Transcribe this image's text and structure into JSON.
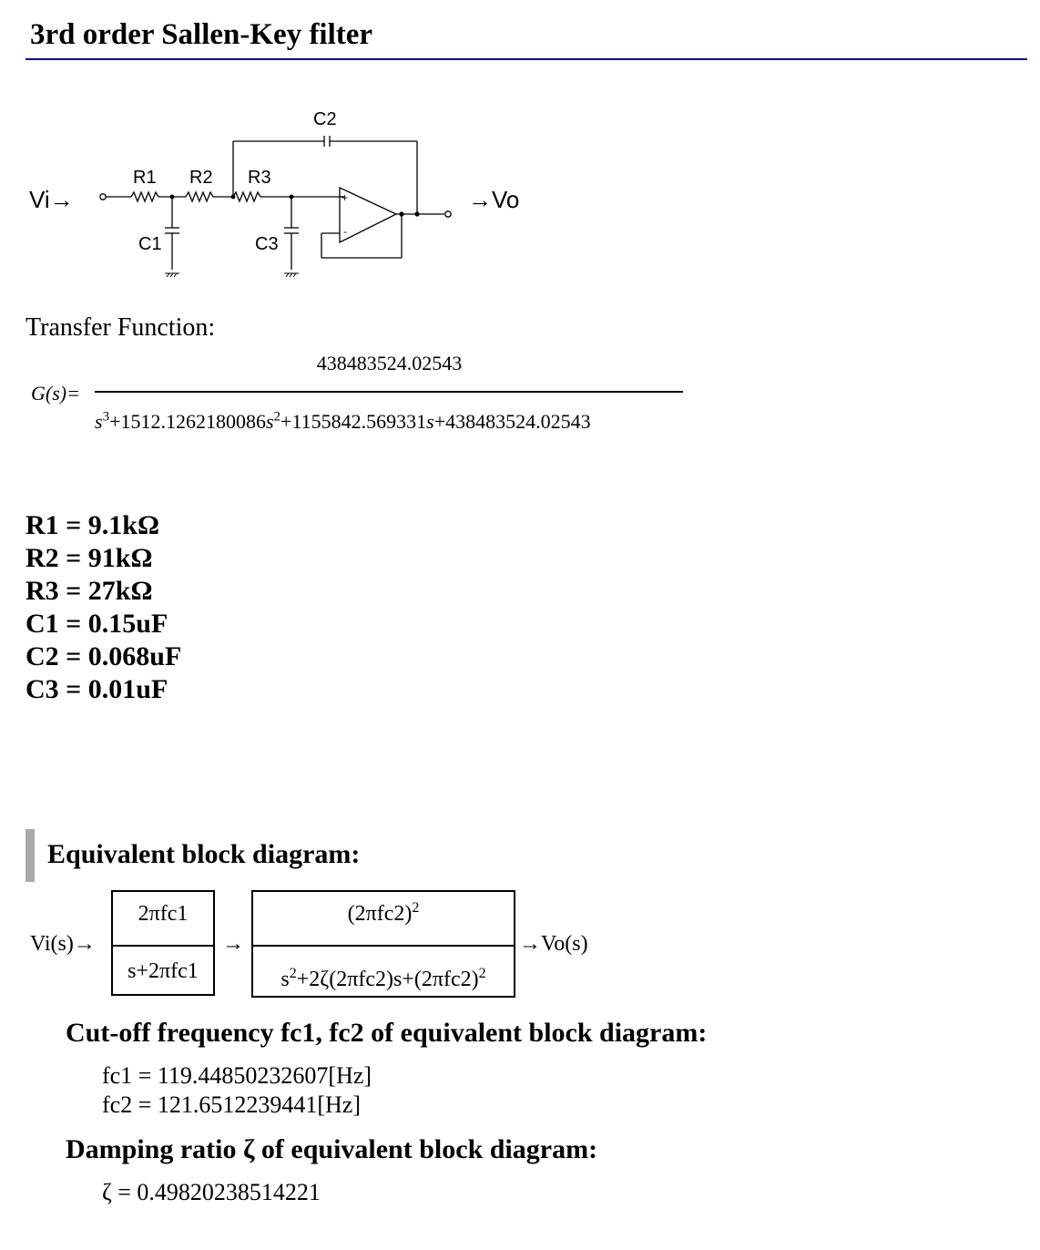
{
  "page_title": "3rd order Sallen-Key filter",
  "circuit": {
    "input_label": "Vi→",
    "output_label": "→Vo",
    "labels": {
      "r1": "R1",
      "r2": "R2",
      "r3": "R3",
      "c1": "C1",
      "c2": "C2",
      "c3": "C3"
    }
  },
  "transfer_function": {
    "heading": "Transfer Function:",
    "lhs": "G(s)=",
    "numerator": "438483524.02543",
    "denominator": {
      "s3": "s",
      "exp3": "3",
      "plus1": "+1512.1262180086",
      "s2": "s",
      "exp2": "2",
      "plus2": "+1155842.569331",
      "s1": "s",
      "plus3": "+438483524.02543"
    }
  },
  "components": [
    "R1 = 9.1kΩ",
    "R2 = 91kΩ",
    "R3 = 27kΩ",
    "C1 = 0.15uF",
    "C2 = 0.068uF",
    "C3 = 0.01uF"
  ],
  "block_diagram": {
    "heading": "Equivalent block diagram:",
    "input_label": "Vi(s)→",
    "arrow_between": "→",
    "output_label": "→Vo(s)",
    "block1": {
      "numerator": "2πfc1",
      "denominator": "s+2πfc1"
    },
    "block2": {
      "numerator_base": "(2πfc2)",
      "numerator_exp": "2",
      "denominator_a": "s",
      "denominator_exp1": "2",
      "denominator_b": "+2ζ(2πfc2)s+(2πfc2)",
      "denominator_exp2": "2"
    }
  },
  "cutoff": {
    "heading": "Cut-off frequency fc1, fc2 of equivalent block diagram:",
    "fc1": "fc1 = 119.44850232607[Hz]",
    "fc2": "fc2 = 121.6512239441[Hz]"
  },
  "damping": {
    "heading": "Damping ratio ζ of equivalent block diagram:",
    "zeta": "ζ = 0.49820238514221"
  }
}
